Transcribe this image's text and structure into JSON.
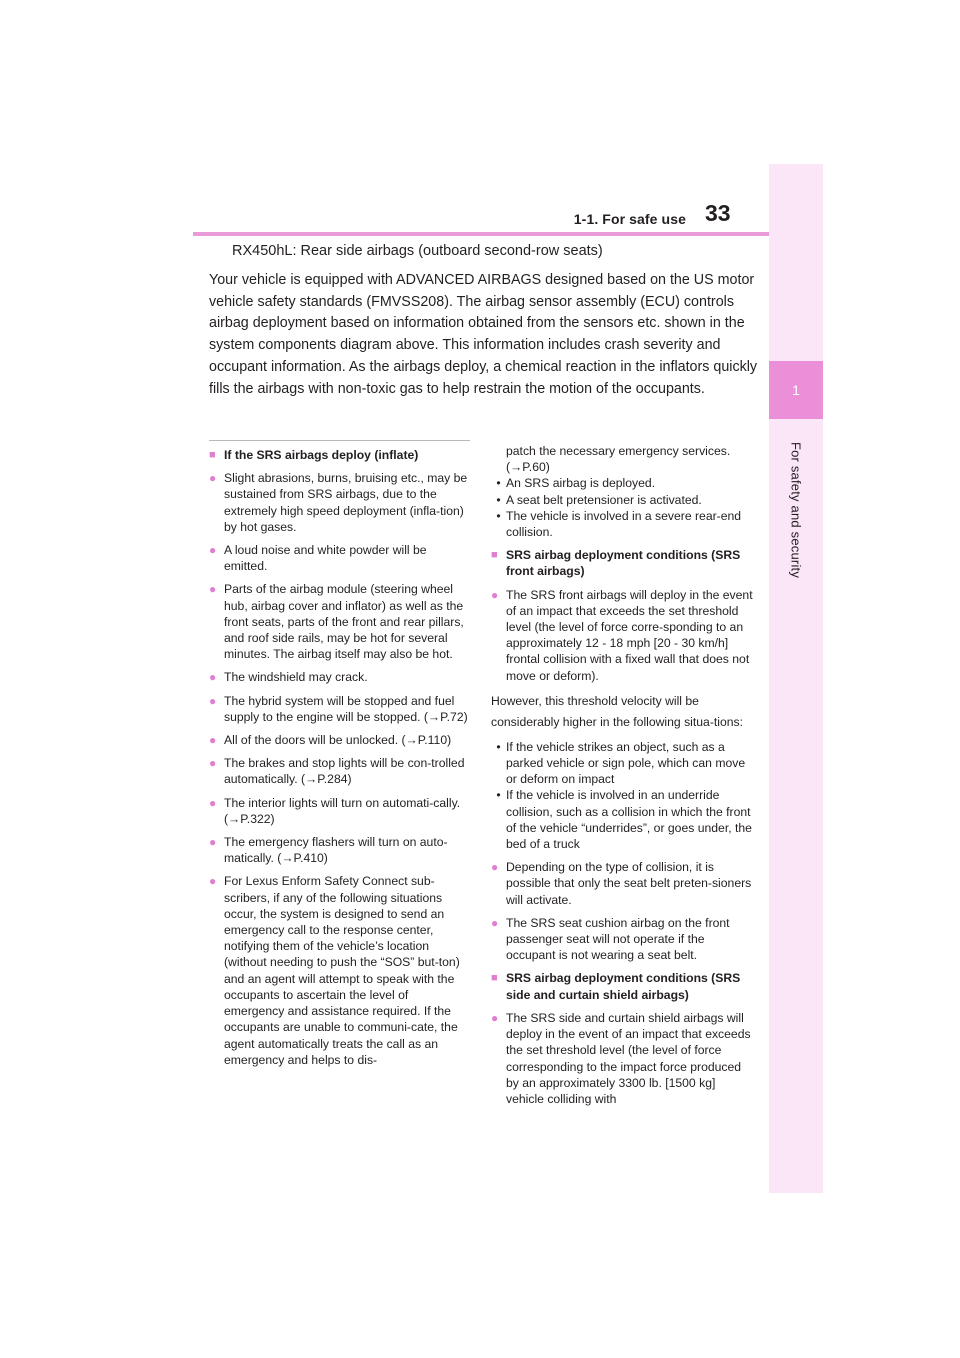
{
  "header": {
    "section": "1-1. For safe use",
    "page_number": "33"
  },
  "sidebar": {
    "chapter": "1",
    "label": "For safety and security"
  },
  "intro": {
    "caption": "RX450hL: Rear side airbags (outboard second-row seats)",
    "paragraph": "Your vehicle is equipped with ADVANCED AIRBAGS designed based on the US motor vehicle safety standards (FMVSS208). The airbag sensor assembly (ECU) controls airbag deployment based on information obtained from the sensors etc. shown in the system components diagram above. This information includes crash severity and occupant information. As the airbags deploy, a chemical reaction in the inflators quickly fills the airbags with non-toxic gas to help restrain the motion of the occupants."
  },
  "left": {
    "heading": "If the SRS airbags deploy (inflate)",
    "bullets": [
      "Slight abrasions, burns, bruising etc., may be sustained from SRS airbags, due to the extremely high speed deployment (infla-tion) by hot gases.",
      "A loud noise and white powder will be emitted.",
      "Parts of the airbag module (steering wheel hub, airbag cover and inflator) as well as the front seats, parts of the front and rear pillars, and roof side rails, may be hot for several minutes. The airbag itself may also be hot.",
      "The windshield may crack.",
      "The hybrid system will be stopped and fuel supply to the engine will be stopped. (→P.72)",
      "All of the doors will be unlocked. (→P.110)",
      "The brakes and stop lights will be con-trolled automatically. (→P.284)",
      "The interior lights will turn on automati-cally. (→P.322)",
      "The emergency flashers will turn on auto-matically. (→P.410)",
      "For Lexus Enform Safety Connect sub-scribers, if any of the following situations occur, the system is designed to send an emergency call to the response center, notifying them of the vehicle’s location (without needing to push the “SOS” but-ton) and an agent will attempt to speak with the occupants to ascertain the level of emergency and assistance required. If the occupants are unable to communi-cate, the agent automatically treats the call as an emergency and helps to dis-"
    ]
  },
  "right": {
    "continuation": "patch the necessary emergency services. (→P.60)",
    "dashes1": [
      "An SRS airbag is deployed.",
      "A seat belt pretensioner is activated.",
      "The vehicle is involved in a severe rear-end collision."
    ],
    "heading_front": "SRS airbag deployment conditions (SRS front airbags)",
    "bullet_front": "The SRS front airbags will deploy in the event of an impact that exceeds the set threshold level (the level of force corre-sponding to an approximately 12 - 18 mph [20 - 30 km/h] frontal collision with a fixed wall that does not move or deform).",
    "however": "However, this threshold velocity will be considerably higher in the following situa-tions:",
    "dashes2": [
      "If the vehicle strikes an object, such as a parked vehicle or sign pole, which can move or deform on impact",
      "If the vehicle is involved in an underride collision, such as a collision in which the front of the vehicle “underrides”, or goes under, the bed of a truck"
    ],
    "bullets2": [
      "Depending on the type of collision, it is possible that only the seat belt preten-sioners will activate.",
      "The SRS seat cushion airbag on the front passenger seat will not operate if the occupant is not wearing a seat belt."
    ],
    "heading_side": "SRS airbag deployment conditions (SRS side and curtain shield airbags)",
    "bullet_side": "The SRS side and curtain shield airbags will deploy in the event of an impact that exceeds the set threshold level (the level of force corresponding to the impact force produced by an approximately 3300 lb. [1500 kg] vehicle colliding with"
  }
}
